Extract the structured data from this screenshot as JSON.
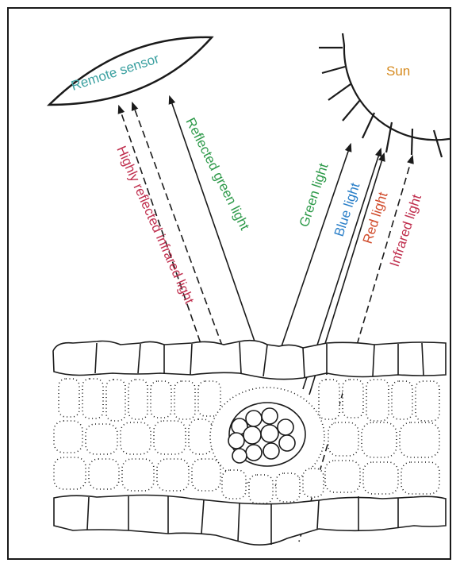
{
  "diagram": {
    "labels": {
      "remote_sensor": "Remote sensor",
      "sun": "Sun",
      "highly_reflected_infrared": "Highly reflected infrared light",
      "reflected_green": "Reflected green light",
      "green_light": "Green light",
      "blue_light": "Blue light",
      "red_light": "Red light",
      "infrared_light": "Infrared light"
    },
    "colors": {
      "remote_sensor": "#3aa0a0",
      "sun": "#d68a1e",
      "highly_reflected_infrared": "#c0304f",
      "reflected_green": "#2e9a4a",
      "green_light": "#2e9a4a",
      "blue_light": "#2a7fc8",
      "red_light": "#d04a2a",
      "infrared_light": "#c0304f",
      "line": "#1a1a1a"
    }
  }
}
